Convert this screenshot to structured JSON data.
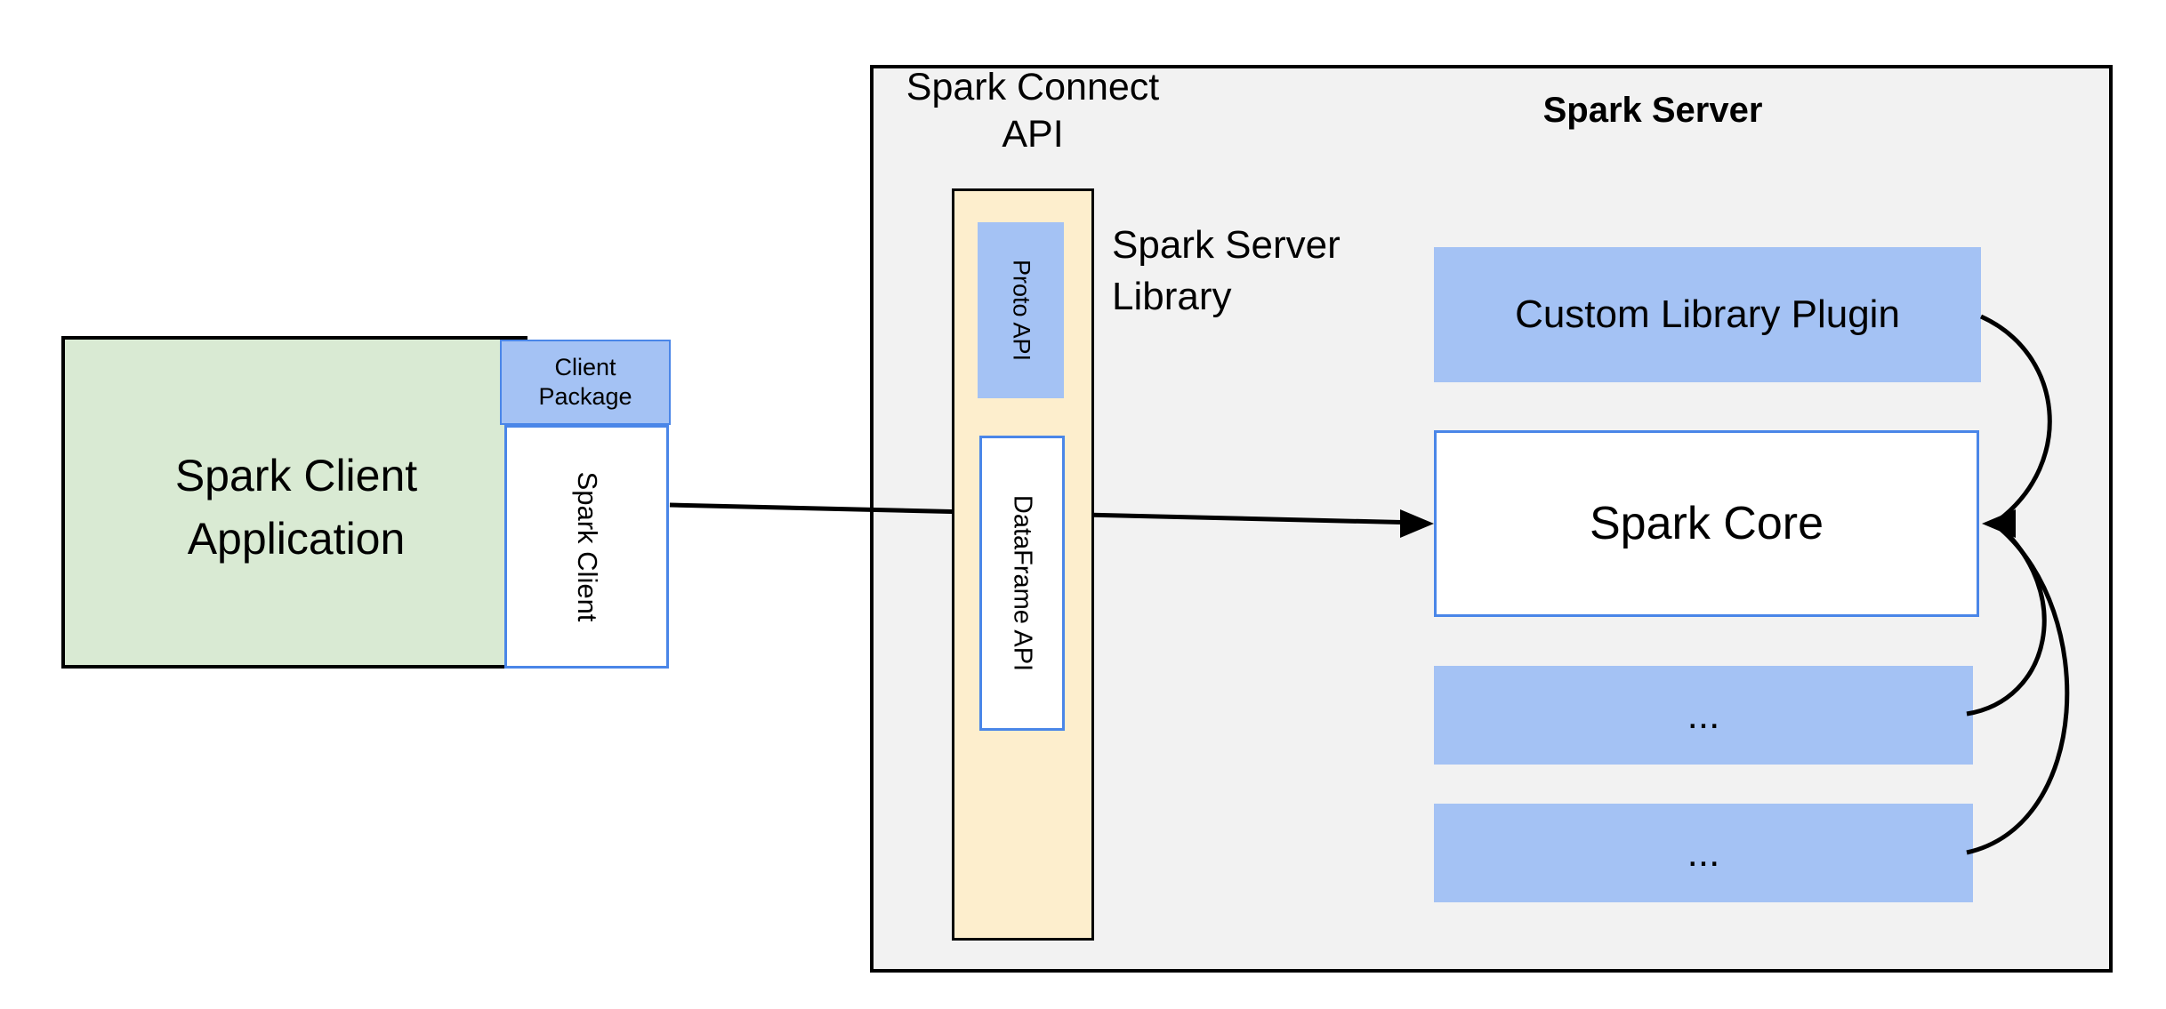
{
  "titles": {
    "spark_connect_api_line1": "Spark Connect",
    "spark_connect_api_line2": "API",
    "spark_server": "Spark Server",
    "spark_server_library_line1": "Spark Server",
    "spark_server_library_line2": "Library"
  },
  "client": {
    "app_line1": "Spark Client",
    "app_line2": "Application",
    "package_line1": "Client",
    "package_line2": "Package",
    "spark_client": "Spark Client"
  },
  "connect_pillar": {
    "proto_api": "Proto API",
    "dataframe_api": "DataFrame API"
  },
  "server": {
    "custom_library_plugin": "Custom Library Plugin",
    "spark_core": "Spark Core",
    "plugin_placeholder_1": "...",
    "plugin_placeholder_2": "..."
  },
  "colors": {
    "blue_fill": "#a4c2f4",
    "blue_border": "#4a86e8",
    "yellow_fill": "#fdeecd",
    "green_fill": "#d9ead3",
    "gray_fill": "#f2f2f2",
    "line_black": "#000000"
  }
}
